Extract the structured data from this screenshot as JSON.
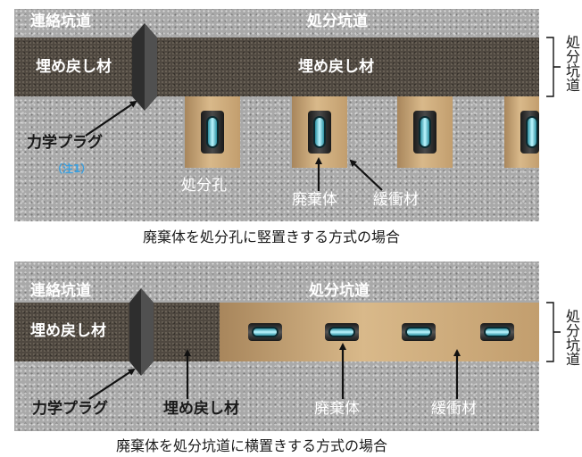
{
  "top": {
    "connecting_tunnel": "連絡坑道",
    "disposal_tunnel": "処分坑道",
    "backfill_left": "埋め戻し材",
    "backfill_main": "埋め戻し材",
    "plug": "力学プラグ",
    "note": "（注1）",
    "pit": "処分孔",
    "waste": "廃棄体",
    "buffer": "緩衝材",
    "caption": "廃棄体を処分孔に竪置きする方式の場合",
    "side_label": "処分坑道"
  },
  "bottom": {
    "connecting_tunnel": "連絡坑道",
    "disposal_tunnel": "処分坑道",
    "backfill_left": "埋め戻し材",
    "plug": "力学プラグ",
    "backfill": "埋め戻し材",
    "waste": "廃棄体",
    "buffer": "緩衝材",
    "caption": "廃棄体を処分坑道に横置きする方式の場合",
    "side_label": "処分坑道"
  },
  "colors": {
    "rock": "#a9a9a9",
    "backfill": "#4f4840",
    "buffer": "#d9b98a",
    "plug": "#2e2e2e",
    "glass": "#bdf6ff"
  }
}
